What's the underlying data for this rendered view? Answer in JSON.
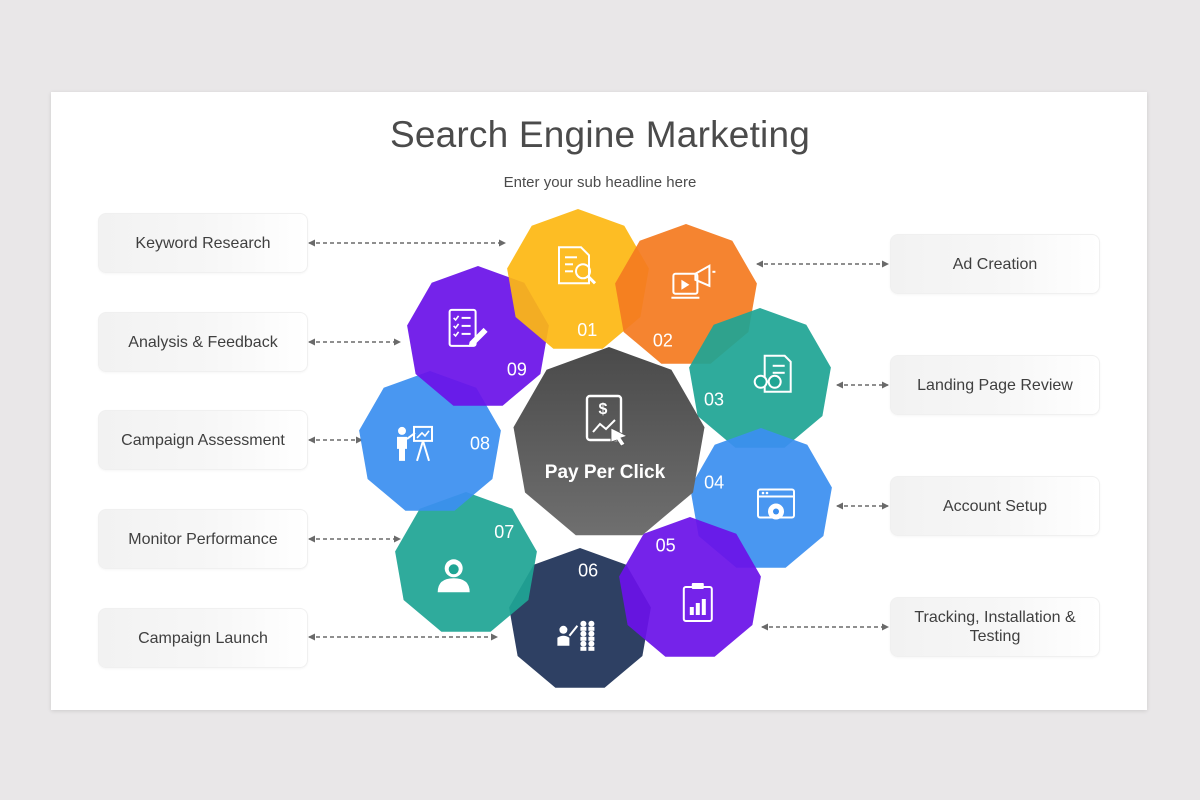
{
  "header": {
    "title": "Search Engine Marketing",
    "subtitle": "Enter your sub headline here"
  },
  "center": {
    "label": "Pay Per Click",
    "icon": "tablet-dollar-chart-icon"
  },
  "steps": [
    {
      "number": "01",
      "label": "Keyword Research",
      "icon": "document-search-icon",
      "color": "#FDB813"
    },
    {
      "number": "02",
      "label": "Ad Creation",
      "icon": "video-megaphone-icon",
      "color": "#F47B20"
    },
    {
      "number": "03",
      "label": "Landing Page Review",
      "icon": "document-glasses-icon",
      "color": "#1FA594"
    },
    {
      "number": "04",
      "label": "Account Setup",
      "icon": "browser-gear-icon",
      "color": "#3B8FF0"
    },
    {
      "number": "05",
      "label": "Tracking, Installation & Testing",
      "icon": "clipboard-chart-icon",
      "color": "#6A12E8"
    },
    {
      "number": "06",
      "label": "Campaign Launch",
      "icon": "presenter-audience-icon",
      "color": "#1E3157"
    },
    {
      "number": "07",
      "label": "Monitor Performance",
      "icon": "user-avatar-icon",
      "color": "#1FA594"
    },
    {
      "number": "08",
      "label": "Campaign Assessment",
      "icon": "presenter-board-icon",
      "color": "#3B8FF0"
    },
    {
      "number": "09",
      "label": "Analysis & Feedback",
      "icon": "checklist-pen-icon",
      "color": "#6A12E8"
    }
  ]
}
